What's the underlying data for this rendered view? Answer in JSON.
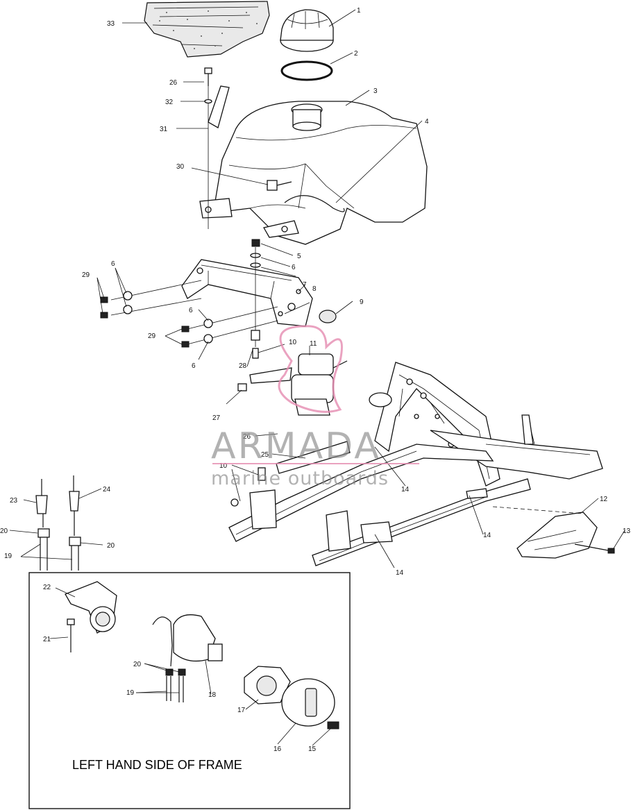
{
  "callouts": [
    "1",
    "2",
    "3",
    "4",
    "5",
    "6",
    "6",
    "7",
    "8",
    "9",
    "6",
    "6",
    "29",
    "29",
    "10",
    "11",
    "27",
    "28",
    "30",
    "31",
    "32",
    "26",
    "33",
    "26",
    "25",
    "10",
    "14",
    "14",
    "14",
    "12",
    "13",
    "24",
    "23",
    "20",
    "20",
    "19",
    "22",
    "21",
    "20",
    "19",
    "18",
    "17",
    "16",
    "15"
  ],
  "inset": {
    "title": "LEFT HAND SIDE OF FRAME"
  },
  "watermark": {
    "brand": "ARMADA",
    "tagline": "marine outboards"
  }
}
